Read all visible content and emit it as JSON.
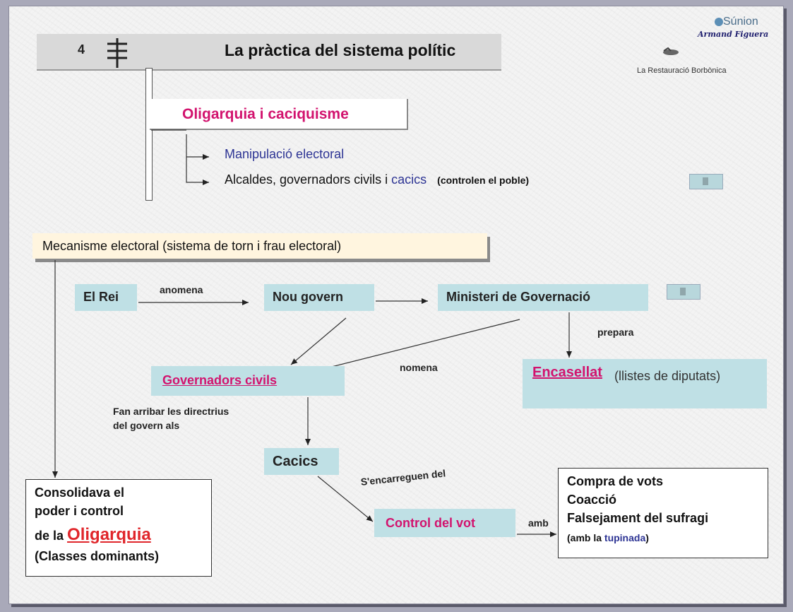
{
  "header": {
    "slide_number": "4",
    "title": "La pràctica del sistema polític",
    "logo": "Súnion",
    "logo_author": "Armand Figuera",
    "unit_label": "La Restauració Borbònica",
    "icons": [
      "signpost-icon",
      "bird-icon"
    ]
  },
  "section": {
    "title": "Oligarquia i caciquisme",
    "point1": "Manipulació electoral",
    "point2_a": "Alcaldes, governadors civils i",
    "point2_b": "cacics",
    "point2_c": "(controlen el poble)"
  },
  "mechanism": {
    "title": "Mecanisme electoral (sistema de torn i frau electoral)"
  },
  "nodes": {
    "rei": "El Rei",
    "nou_govern": "Nou govern",
    "ministeri": "Ministeri de Governació",
    "governadors": "Governadors civils",
    "cacics": "Cacics",
    "control": "Control del vot",
    "encasellat_kw": "Encasellat",
    "encasellat_rest": "(llistes de diputats)"
  },
  "edges": {
    "anomena": "anomena",
    "prepara": "prepara",
    "nomena": "nomena",
    "fan_arribar_1": "Fan arribar les directrius",
    "fan_arribar_2": "del govern als",
    "encarreguen": "S'encarreguen del",
    "amb": "amb"
  },
  "consolidava": {
    "line1": "Consolidava el",
    "line2": "poder i control",
    "line3_a": "de la",
    "line3_b": "Oligarquia",
    "line4": "(Classes dominants)"
  },
  "methods": {
    "line1": "Compra de vots",
    "line2": "Coacció",
    "line3": "Falsejament del sufragi",
    "line4_a": "(amb la",
    "line4_b": "tupinada",
    "line4_c": ")"
  },
  "colors": {
    "accent_magenta": "#d2136e",
    "accent_red": "#e0262b",
    "accent_blue": "#2d3494",
    "node_fill": "#bfe0e5",
    "banner_fill": "#fff5df"
  }
}
